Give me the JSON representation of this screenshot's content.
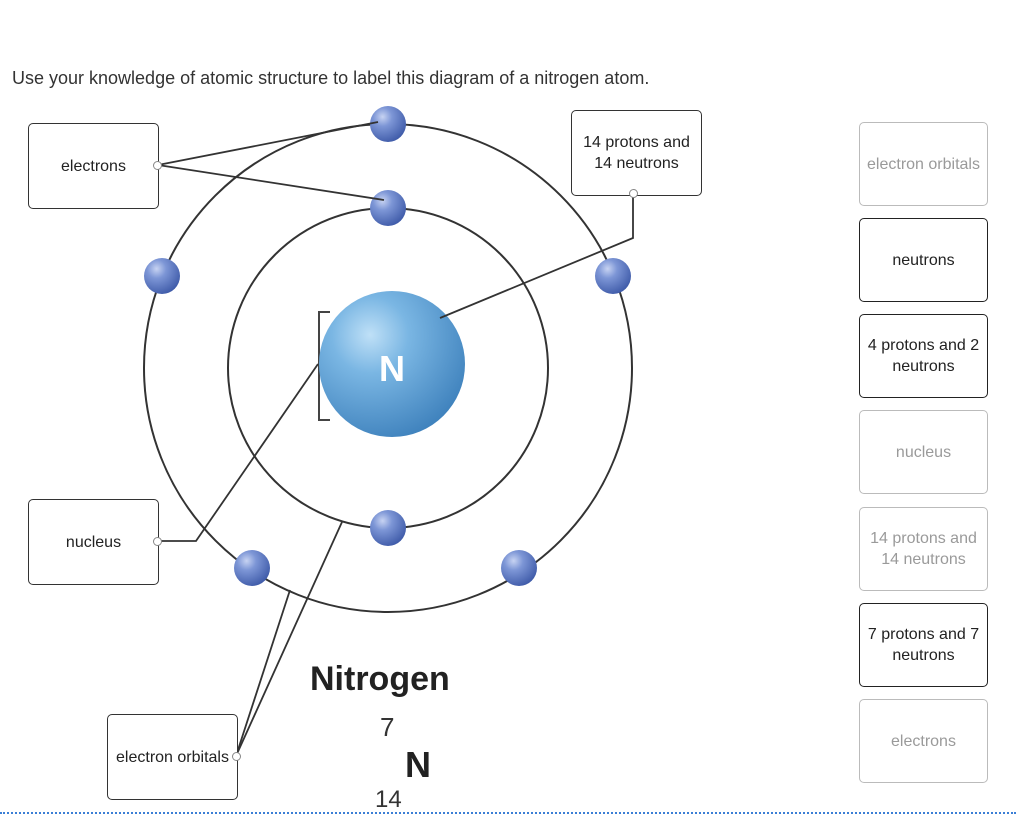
{
  "instruction": "Use your knowledge of atomic structure to label this diagram of a nitrogen atom.",
  "diagram": {
    "nucleus_symbol": "N",
    "element_name": "Nitrogen",
    "atomic_number": "7",
    "element_symbol": "N",
    "mass_number": "14",
    "inner_shell_electrons": 2,
    "outer_shell_electrons": 5
  },
  "placed_labels": {
    "electrons": "electrons",
    "protons_neutrons": "14 protons and 14 neutrons",
    "nucleus": "nucleus",
    "electron_orbitals": "electron orbitals"
  },
  "label_bank": [
    {
      "text": "electron orbitals",
      "state": "used"
    },
    {
      "text": "neutrons",
      "state": "available"
    },
    {
      "text": "4 protons and 2 neutrons",
      "state": "available"
    },
    {
      "text": "nucleus",
      "state": "used"
    },
    {
      "text": "14 protons and 14 neutrons",
      "state": "used"
    },
    {
      "text": "7 protons and 7 neutrons",
      "state": "available"
    },
    {
      "text": "electrons",
      "state": "used"
    }
  ],
  "colors": {
    "nucleus_blue": "#5b9fd4",
    "electron_blue": "#5f7fcb",
    "orbit_stroke": "#333333",
    "dotted_rule": "#3b7fd6"
  }
}
